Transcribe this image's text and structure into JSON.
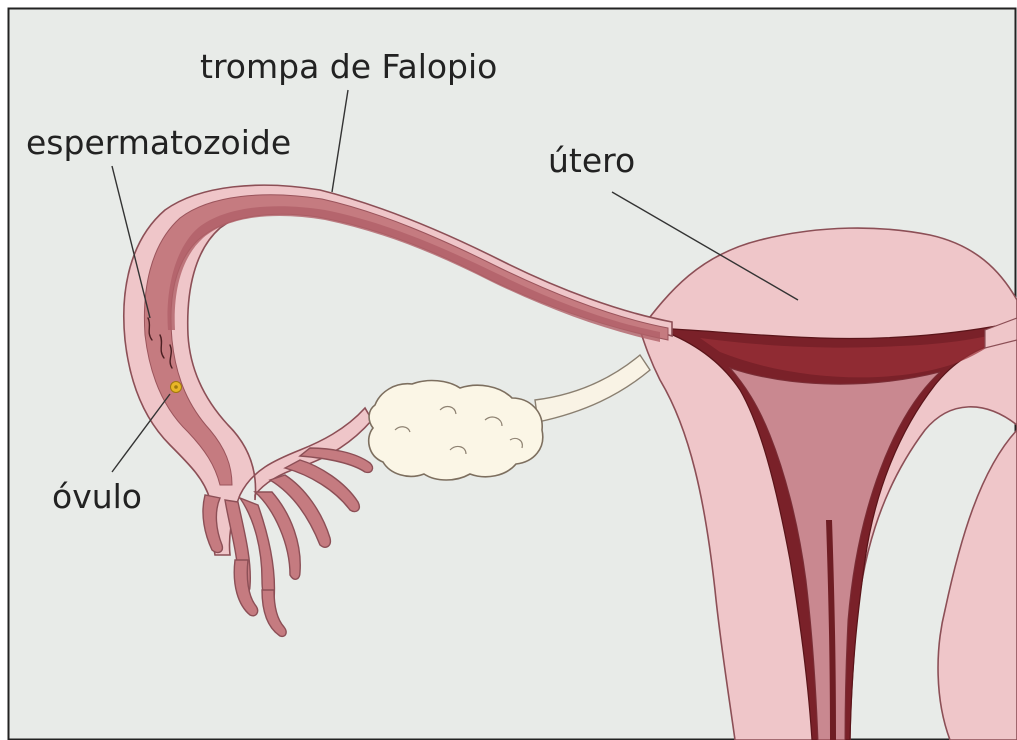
{
  "labels": {
    "fallopian_tube": "trompa de Falopio",
    "sperm": "espermatozoide",
    "uterus": "útero",
    "ovum": "óvulo"
  },
  "colors": {
    "background": "#e8ebe8",
    "frame": "#222222",
    "tissue_light": "#efc6c9",
    "tissue_outline": "#8c4f56",
    "tube_inner": "#c57b80",
    "tube_lumen": "#b06068",
    "cavity_dark": "#6e1d23",
    "cavity_mid": "#8c2d33",
    "ovary": "#fbf6e6",
    "ligament": "#f9f3e5",
    "ovum": "#e8b626",
    "sperm": "#4a1f22",
    "leader_line": "#333333",
    "label_text": "#222222"
  },
  "icons": {
    "ovum": "egg-cell-icon",
    "sperm": "sperm-icon"
  }
}
